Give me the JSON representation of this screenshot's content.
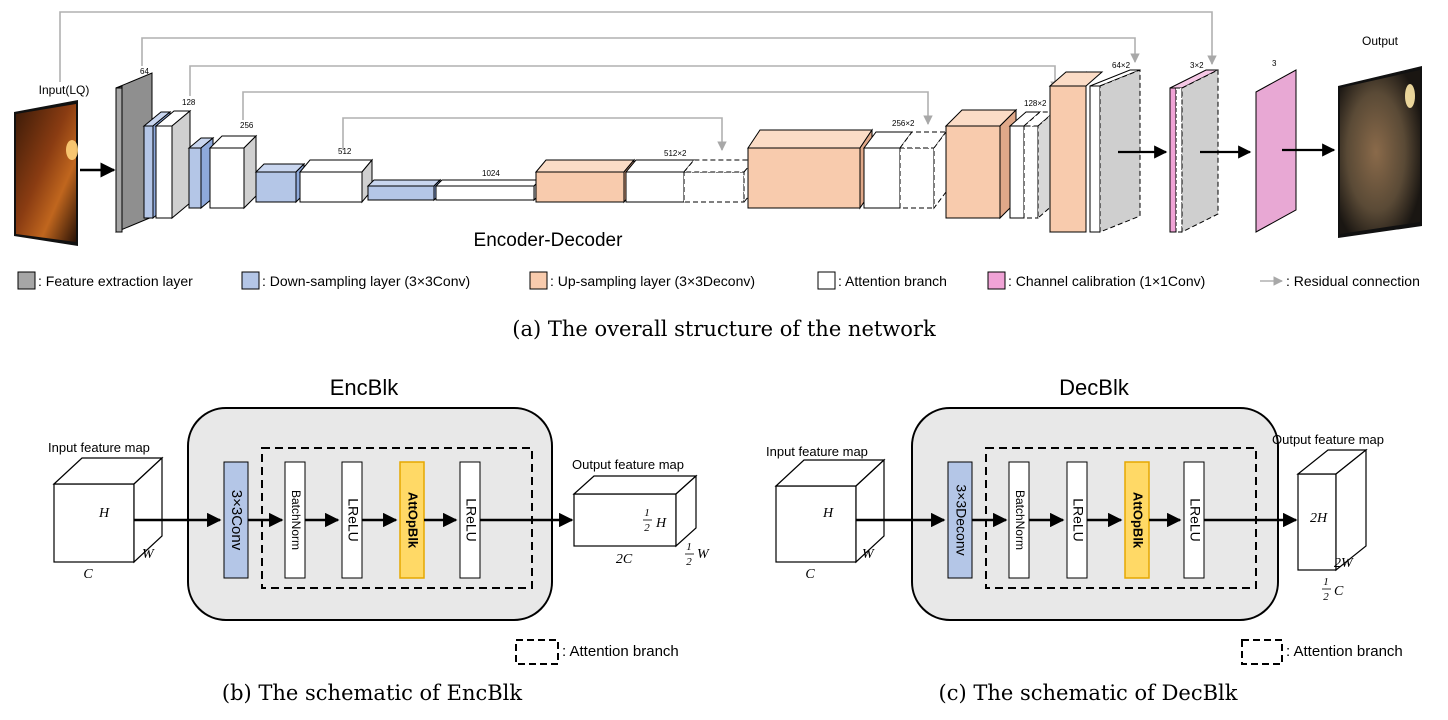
{
  "top": {
    "input_label": "Input(LQ)",
    "output_label": "Output",
    "center_label": "Encoder-Decoder",
    "channels": {
      "c64": "64",
      "c128": "128",
      "c256": "256",
      "c512": "512",
      "c1024": "1024",
      "c512x2": "512×2",
      "c256x2": "256×2",
      "c128x2": "128×2",
      "c64x2": "64×2",
      "c3x2": "3×2",
      "c3": "3"
    },
    "legend": [
      {
        "label": ": Feature extraction layer",
        "color": "#a6a6a6"
      },
      {
        "label": ": Down-sampling layer (3×3Conv)",
        "color": "#b4c6e7"
      },
      {
        "label": ": Up-sampling layer (3×3Deconv)",
        "color": "#f8cbad"
      },
      {
        "label": ": Attention branch",
        "color": "#ffffff"
      },
      {
        "label": ": Channel calibration (1×1Conv)",
        "color": "#f0a3d6"
      },
      {
        "label": ": Residual connection",
        "color": "#b0b0b0"
      }
    ],
    "caption": "(a) The overall structure of the network"
  },
  "enc": {
    "title": "EncBlk",
    "input_label": "Input feature map",
    "output_label": "Output feature map",
    "conv": "3×3Conv",
    "steps": [
      "BatchNorm",
      "LReLU",
      "AttOpBlk",
      "LReLU"
    ],
    "in_h": "H",
    "in_w": "W",
    "in_c": "C",
    "out_h": "H",
    "out_w": "W",
    "out_c": "2C",
    "half_num": "1",
    "half_den": "2",
    "legend": ": Attention branch",
    "caption": "(b) The schematic of EncBlk"
  },
  "dec": {
    "title": "DecBlk",
    "input_label": "Input feature map",
    "output_label": "Output feature map",
    "conv": "3×3Deconv",
    "steps": [
      "BatchNorm",
      "LReLU",
      "AttOpBlk",
      "LReLU"
    ],
    "in_h": "H",
    "in_w": "W",
    "in_c": "C",
    "out_h": "2H",
    "out_w": "2W",
    "out_c": "C",
    "half_num": "1",
    "half_den": "2",
    "legend": ": Attention branch",
    "caption": "(c) The schematic of DecBlk"
  },
  "colors": {
    "feature": "#a6a6a6",
    "down": "#b4c6e7",
    "up": "#f8cbad",
    "calib": "#f0a3d6",
    "attop": "#ffd966",
    "attop_border": "#e6a700",
    "block_bg": "#e8e8e8",
    "residual": "#b0b0b0"
  }
}
